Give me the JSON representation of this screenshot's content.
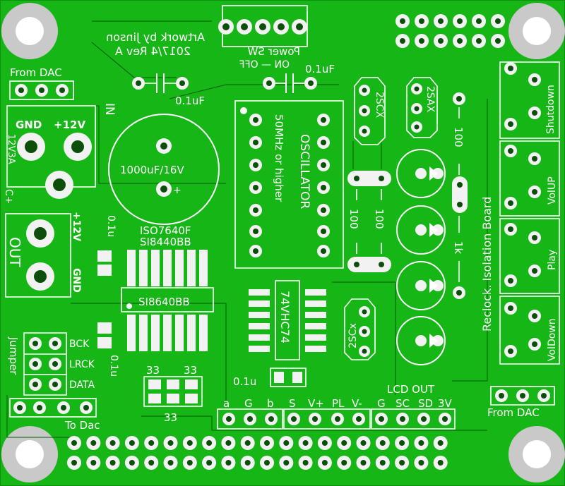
{
  "colors": {
    "board_copper": "#17b617",
    "board_edge": "#0f8f0f",
    "silkscreen": "#ffffff",
    "pad": "#f2f2f2",
    "mount_hole": "#c9c9c9"
  },
  "labels": {
    "artwork_credit": "Artwork by Jinson",
    "revision": "2017/4 Rev A",
    "power_sw": "Power SW",
    "on_off": "ON — OFF",
    "from_dac_top": "From DAC",
    "cap_0_1uf_left": "0.1uF",
    "cap_0_1uf_right": "0.1uF",
    "in_label": "IN",
    "gnd": "GND",
    "plus12v": "+12V",
    "v12_3a": "12V3A",
    "c_plus": "C+",
    "cap_1000uf": "1000uF/16V",
    "out_label": "OUT",
    "out_plus12v": "+12V",
    "out_gnd": "GND",
    "cap_0_1u_vert": "0.1u",
    "iso7640f": "ISO7640F",
    "si8440bb": "SI8440BB",
    "si8640bb": "SI8640BB",
    "bck": "BCK",
    "lrck": "LRCK",
    "data": "DATA",
    "jumper": "Jumper",
    "to_dac": "To Dac",
    "r33_a": "33",
    "r33_b": "33",
    "r33_c": "33",
    "cap_0_1u_side": "0.1u",
    "oscillator": "OSCILLATOR",
    "osc_freq": "50MHz or higher",
    "chip_74vhc74": "74VHC74",
    "cap_0_1u_bottom": "0.1u",
    "twosc_top": "2SCX",
    "twosax": "2SAX",
    "twosc_bottom": "2SCx",
    "r100_a": "100",
    "r100_b": "100",
    "r100_c": "100",
    "r1k": "1k",
    "reclock_board": "Reclock. Isolation Board",
    "btn_shutdown": "Shutdown",
    "btn_volup": "VolUP",
    "btn_play": "Play",
    "btn_voldown": "VolDown",
    "from_dac_bottom": "From DAC",
    "hdr_a": "a",
    "hdr_g": "G",
    "hdr_b": "b",
    "hdr_s": "S",
    "hdr_vplus": "V+",
    "hdr_pl": "PL",
    "hdr_vminus": "V-",
    "lcd_out": "LCD OUT",
    "lcd_g": "G",
    "lcd_sc": "SC",
    "lcd_sd": "SD",
    "lcd_3v": "3V"
  }
}
